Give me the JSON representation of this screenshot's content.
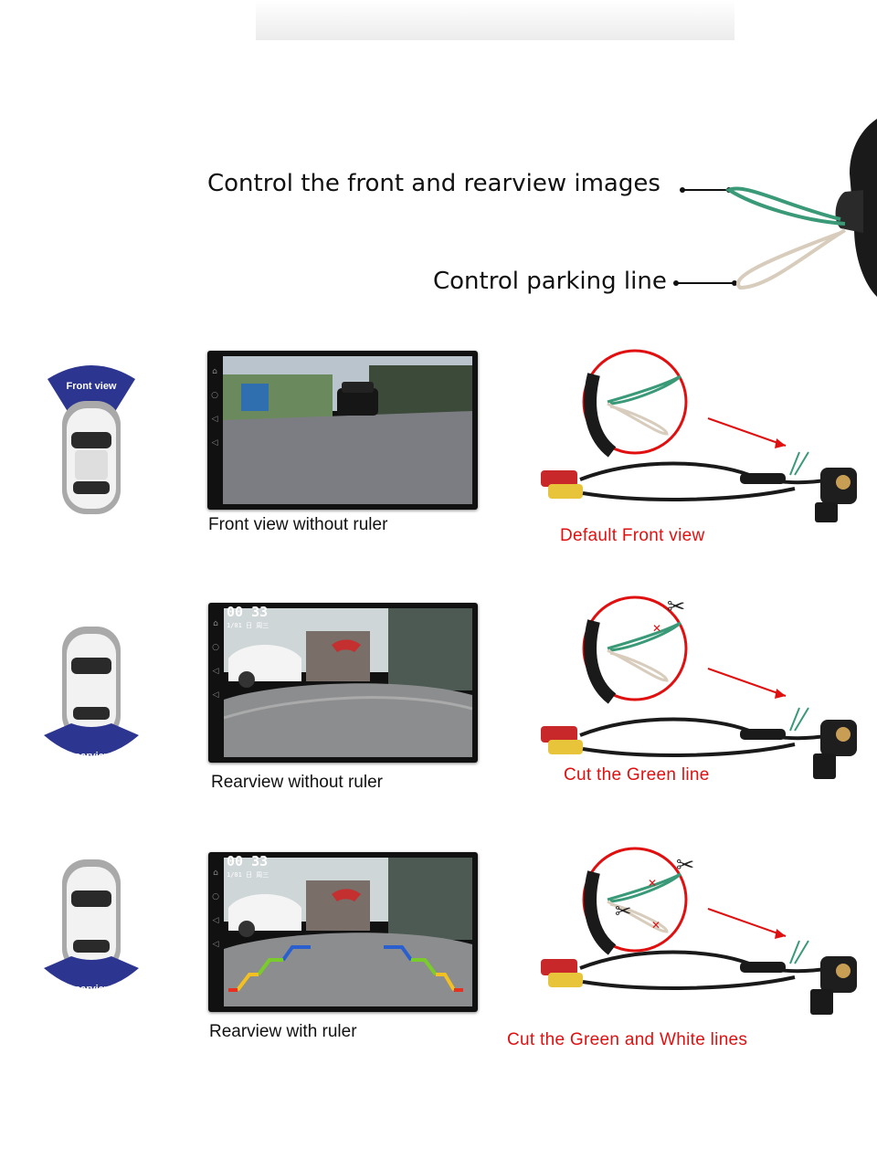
{
  "header": {
    "front_rear_label": "Control the front and rearview images",
    "parking_label": "Control parking line"
  },
  "rows": [
    {
      "car_badge": "Front view",
      "screen_caption": "Front view without ruler",
      "wiring_caption": "Default Front view"
    },
    {
      "car_badge": "rearview",
      "screen_clock": "00 33",
      "screen_date": "1/01 日 周三",
      "screen_caption": "Rearview without ruler",
      "wiring_caption": "Cut the Green line"
    },
    {
      "car_badge": "rearview",
      "screen_clock": "00 33",
      "screen_date": "1/01 日 周三",
      "screen_caption": "Rearview with ruler",
      "wiring_caption": "Cut the Green and White lines"
    }
  ],
  "colors": {
    "badge_blue": "#2c3590",
    "callout_red": "#e01010",
    "wire_green": "#3a9a78",
    "wire_white": "#d8ccbc"
  }
}
